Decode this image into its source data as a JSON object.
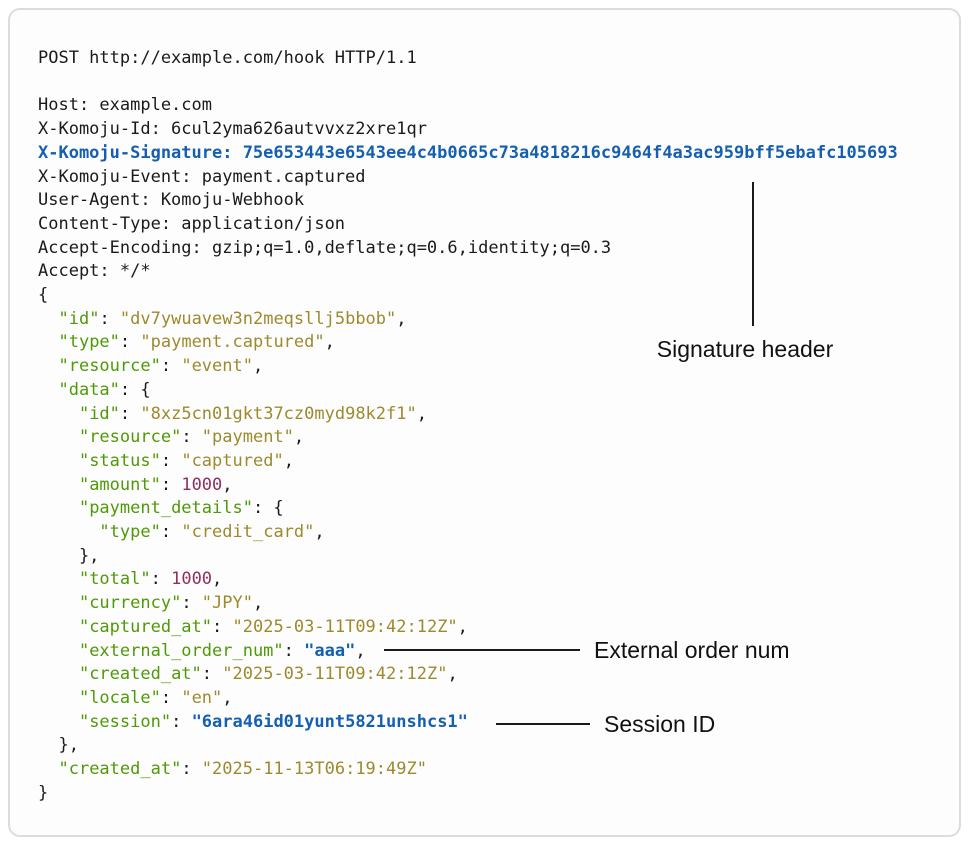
{
  "colors": {
    "plain": "#1a1a1a",
    "signature": "#155fb0",
    "key": "#4e9a06",
    "string": "#9c8a2d",
    "number": "#8f2f60",
    "highlight": "#155fb0"
  },
  "code": {
    "lines": [
      [
        [
          "plain",
          "POST http://example.com/hook HTTP/1.1"
        ]
      ],
      [],
      [
        [
          "plain",
          "Host: example.com"
        ]
      ],
      [
        [
          "plain",
          "X-Komoju-Id: 6cul2yma626autvvxz2xre1qr"
        ]
      ],
      [
        [
          "signature",
          "X-Komoju-Signature: 75e653443e6543ee4c4b0665c73a4818216c9464f4a3ac959bff5ebafc105693"
        ]
      ],
      [
        [
          "plain",
          "X-Komoju-Event: payment.captured"
        ]
      ],
      [
        [
          "plain",
          "User-Agent: Komoju-Webhook"
        ]
      ],
      [
        [
          "plain",
          "Content-Type: application/json"
        ]
      ],
      [
        [
          "plain",
          "Accept-Encoding: gzip;q=1.0,deflate;q=0.6,identity;q=0.3"
        ]
      ],
      [
        [
          "plain",
          "Accept: */*"
        ]
      ],
      [
        [
          "plain",
          "{"
        ]
      ],
      [
        [
          "plain",
          "  "
        ],
        [
          "key",
          "\"id\""
        ],
        [
          "plain",
          ": "
        ],
        [
          "string",
          "\"dv7ywuavew3n2meqsllj5bbob\""
        ],
        [
          "plain",
          ","
        ]
      ],
      [
        [
          "plain",
          "  "
        ],
        [
          "key",
          "\"type\""
        ],
        [
          "plain",
          ": "
        ],
        [
          "string",
          "\"payment.captured\""
        ],
        [
          "plain",
          ","
        ]
      ],
      [
        [
          "plain",
          "  "
        ],
        [
          "key",
          "\"resource\""
        ],
        [
          "plain",
          ": "
        ],
        [
          "string",
          "\"event\""
        ],
        [
          "plain",
          ","
        ]
      ],
      [
        [
          "plain",
          "  "
        ],
        [
          "key",
          "\"data\""
        ],
        [
          "plain",
          ": {"
        ]
      ],
      [
        [
          "plain",
          "    "
        ],
        [
          "key",
          "\"id\""
        ],
        [
          "plain",
          ": "
        ],
        [
          "string",
          "\"8xz5cn01gkt37cz0myd98k2f1\""
        ],
        [
          "plain",
          ","
        ]
      ],
      [
        [
          "plain",
          "    "
        ],
        [
          "key",
          "\"resource\""
        ],
        [
          "plain",
          ": "
        ],
        [
          "string",
          "\"payment\""
        ],
        [
          "plain",
          ","
        ]
      ],
      [
        [
          "plain",
          "    "
        ],
        [
          "key",
          "\"status\""
        ],
        [
          "plain",
          ": "
        ],
        [
          "string",
          "\"captured\""
        ],
        [
          "plain",
          ","
        ]
      ],
      [
        [
          "plain",
          "    "
        ],
        [
          "key",
          "\"amount\""
        ],
        [
          "plain",
          ": "
        ],
        [
          "number",
          "1000"
        ],
        [
          "plain",
          ","
        ]
      ],
      [
        [
          "plain",
          "    "
        ],
        [
          "key",
          "\"payment_details\""
        ],
        [
          "plain",
          ": {"
        ]
      ],
      [
        [
          "plain",
          "      "
        ],
        [
          "key",
          "\"type\""
        ],
        [
          "plain",
          ": "
        ],
        [
          "string",
          "\"credit_card\""
        ],
        [
          "plain",
          ","
        ]
      ],
      [
        [
          "plain",
          "    },"
        ]
      ],
      [
        [
          "plain",
          "    "
        ],
        [
          "key",
          "\"total\""
        ],
        [
          "plain",
          ": "
        ],
        [
          "number",
          "1000"
        ],
        [
          "plain",
          ","
        ]
      ],
      [
        [
          "plain",
          "    "
        ],
        [
          "key",
          "\"currency\""
        ],
        [
          "plain",
          ": "
        ],
        [
          "string",
          "\"JPY\""
        ],
        [
          "plain",
          ","
        ]
      ],
      [
        [
          "plain",
          "    "
        ],
        [
          "key",
          "\"captured_at\""
        ],
        [
          "plain",
          ": "
        ],
        [
          "string",
          "\"2025-03-11T09:42:12Z\""
        ],
        [
          "plain",
          ","
        ]
      ],
      [
        [
          "plain",
          "    "
        ],
        [
          "key",
          "\"external_order_num\""
        ],
        [
          "plain",
          ": "
        ],
        [
          "highlight",
          "\"aaa\""
        ],
        [
          "plain",
          ","
        ]
      ],
      [
        [
          "plain",
          "    "
        ],
        [
          "key",
          "\"created_at\""
        ],
        [
          "plain",
          ": "
        ],
        [
          "string",
          "\"2025-03-11T09:42:12Z\""
        ],
        [
          "plain",
          ","
        ]
      ],
      [
        [
          "plain",
          "    "
        ],
        [
          "key",
          "\"locale\""
        ],
        [
          "plain",
          ": "
        ],
        [
          "string",
          "\"en\""
        ],
        [
          "plain",
          ","
        ]
      ],
      [
        [
          "plain",
          "    "
        ],
        [
          "key",
          "\"session\""
        ],
        [
          "plain",
          ": "
        ],
        [
          "highlight",
          "\"6ara46id01yunt5821unshcs1\""
        ]
      ],
      [
        [
          "plain",
          "  },"
        ]
      ],
      [
        [
          "plain",
          "  "
        ],
        [
          "key",
          "\"created_at\""
        ],
        [
          "plain",
          ": "
        ],
        [
          "string",
          "\"2025-11-13T06:19:49Z\""
        ]
      ],
      [
        [
          "plain",
          "}"
        ]
      ]
    ]
  },
  "annotations": {
    "signature": {
      "label": "Signature header"
    },
    "external_order_num": {
      "label": "External order num"
    },
    "session": {
      "label": "Session ID"
    }
  }
}
